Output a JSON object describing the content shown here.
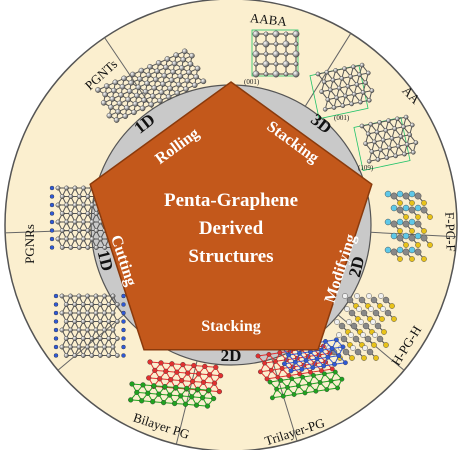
{
  "diagram": {
    "center_lines": [
      "Penta-Graphene",
      "Derived",
      "Structures"
    ],
    "operations": [
      {
        "id": "rolling",
        "label": "Rolling",
        "dimension": "1D"
      },
      {
        "id": "stacking-3d",
        "label": "Stacking",
        "dimension": "3D"
      },
      {
        "id": "modifying",
        "label": "Modifying",
        "dimension": "2D"
      },
      {
        "id": "stacking-2d",
        "label": "Stacking",
        "dimension": "2D"
      },
      {
        "id": "cutting",
        "label": "Cutting",
        "dimension": "1D"
      }
    ],
    "structures": {
      "pgnts": "PGNTs",
      "aaba": "AABA",
      "aa": "AA",
      "f_pg_f": "F-PG-F",
      "h_pg_h": "H-PG-H",
      "trilayer_pg": "Trilayer-PG",
      "bilayer_pg": "Bilayer PG",
      "pgnrs": "PGNRs"
    },
    "miller_labels": [
      "(001)",
      "(001)",
      "(109)"
    ],
    "colors": {
      "outer_ring": "#fbefcf",
      "gray_ring": "#c9c9c9",
      "pentagon": "#c3581b",
      "carbon": "#8a8a8a",
      "fluorine": "#5fc8e8",
      "hydrogen": "#f0f0f0",
      "layer_red": "#e23030",
      "layer_green": "#1fa21f",
      "layer_blue": "#2f59d6",
      "edge_blue": "#2f59d6",
      "edge_gold": "#e8c21a"
    }
  }
}
